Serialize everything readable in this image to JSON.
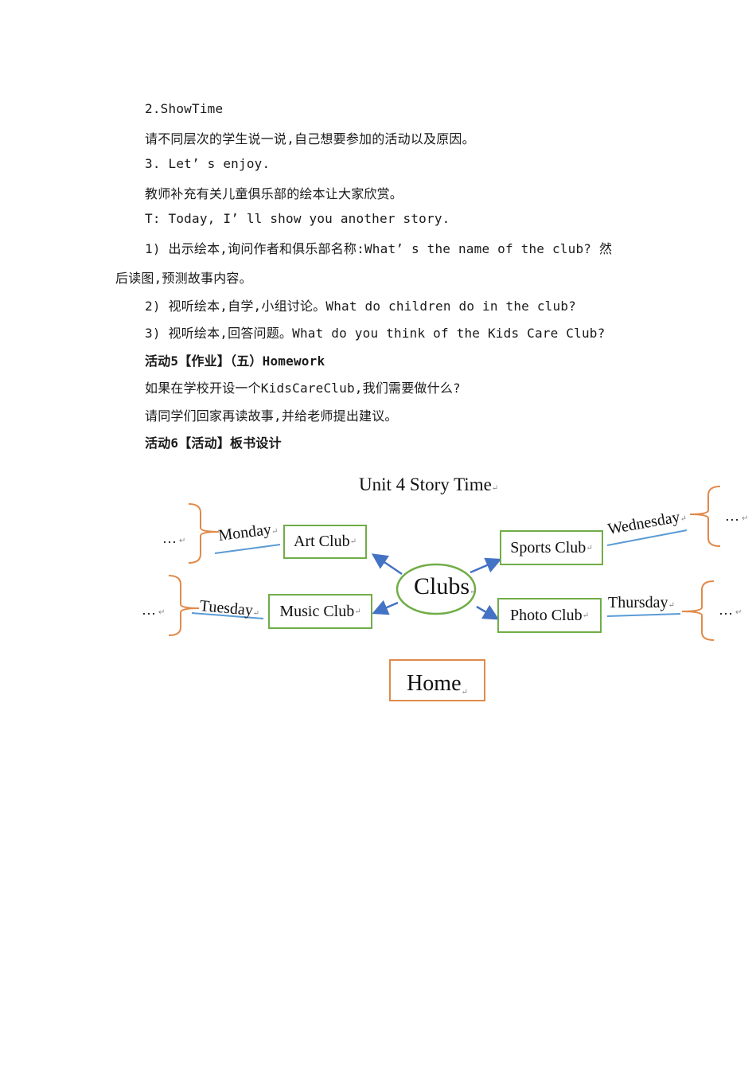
{
  "document": {
    "lines": [
      {
        "text": "2.ShowTime",
        "bold": false
      },
      {
        "text": "请不同层次的学生说一说,自己想要参加的活动以及原因。",
        "bold": false
      },
      {
        "text": "3. Let’ s enjoy.",
        "bold": false
      },
      {
        "text": "教师补充有关儿童俱乐部的绘本让大家欣赏。",
        "bold": false
      },
      {
        "text": "T: Today, I’ ll show you another story.",
        "bold": false
      },
      {
        "text": "1) 出示绘本,询问作者和俱乐部名称:What’ s the name of the club? 然",
        "bold": false
      },
      {
        "text": "后读图,预测故事内容。",
        "bold": false
      },
      {
        "text": "2) 视听绘本,自学,小组讨论。What do children do in the club?",
        "bold": false
      },
      {
        "text": "3) 视听绘本,回答问题。What do you think of the Kids Care Club?",
        "bold": false
      },
      {
        "text": "活动5【作业】（五）Homework",
        "bold": true
      },
      {
        "text": "如果在学校开设一个KidsCareClub,我们需要做什么?",
        "bold": false
      },
      {
        "text": "请同学们回家再读故事,并给老师提出建议。",
        "bold": false
      },
      {
        "text": "活动6【活动】板书设计",
        "bold": true
      }
    ]
  },
  "diagram": {
    "title": "Unit 4 Story Time",
    "center": "Clubs",
    "clubs": {
      "art": "Art Club",
      "music": "Music Club",
      "sports": "Sports Club",
      "photo": "Photo Club"
    },
    "days": {
      "monday": "Monday",
      "tuesday": "Tuesday",
      "wednesday": "Wednesday",
      "thursday": "Thursday"
    },
    "ellipsis": "…",
    "home": "Home",
    "paragraph_mark": "↵",
    "colors": {
      "box_border": "#70ad47",
      "arrow": "#4472c4",
      "underline": "#5b9bd5",
      "brace": "#e08a4a",
      "home_border": "#e08a4a"
    }
  }
}
